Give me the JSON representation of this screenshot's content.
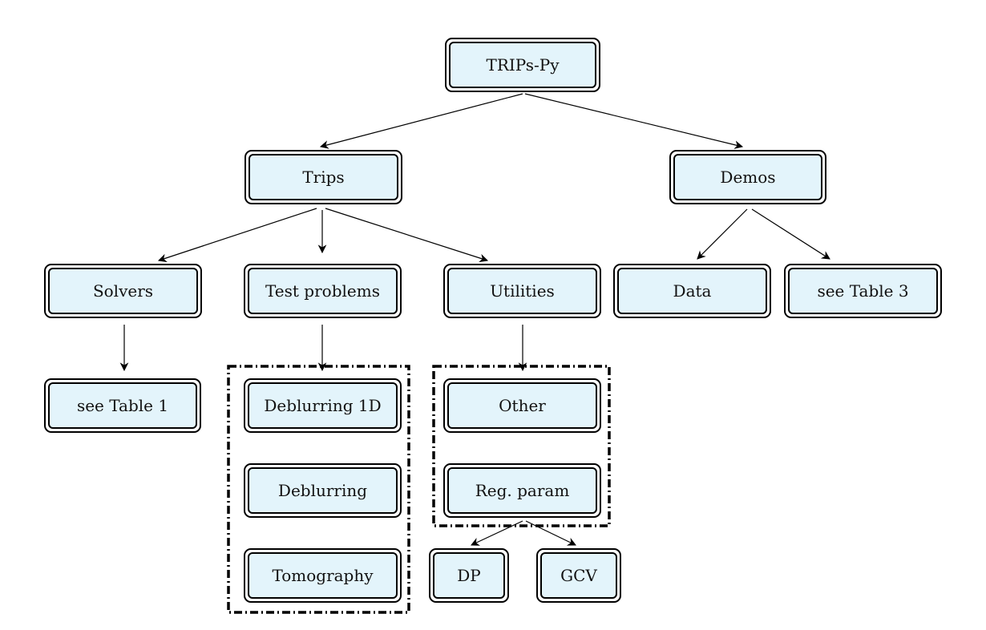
{
  "diagram": {
    "nodes": {
      "root": "TRIPs-Py",
      "trips": "Trips",
      "demos": "Demos",
      "solvers": "Solvers",
      "test_problems": "Test problems",
      "utilities": "Utilities",
      "data": "Data",
      "see_table_3": "see Table 3",
      "see_table_1": "see Table 1",
      "deblurring_1d": "Deblurring 1D",
      "deblurring": "Deblurring",
      "tomography": "Tomography",
      "other": "Other",
      "reg_param": "Reg. param",
      "dp": "DP",
      "gcv": "GCV"
    },
    "edges": [
      [
        "root",
        "trips"
      ],
      [
        "root",
        "demos"
      ],
      [
        "trips",
        "solvers"
      ],
      [
        "trips",
        "test_problems"
      ],
      [
        "trips",
        "utilities"
      ],
      [
        "demos",
        "data"
      ],
      [
        "demos",
        "see_table_3"
      ],
      [
        "solvers",
        "see_table_1"
      ],
      [
        "test_problems",
        "test_problems_group"
      ],
      [
        "utilities",
        "utilities_group"
      ],
      [
        "utilities_group",
        "dp"
      ],
      [
        "utilities_group",
        "gcv"
      ]
    ],
    "groups": {
      "test_problems_group": [
        "deblurring_1d",
        "deblurring",
        "tomography"
      ],
      "utilities_group": [
        "other",
        "reg_param"
      ]
    }
  }
}
